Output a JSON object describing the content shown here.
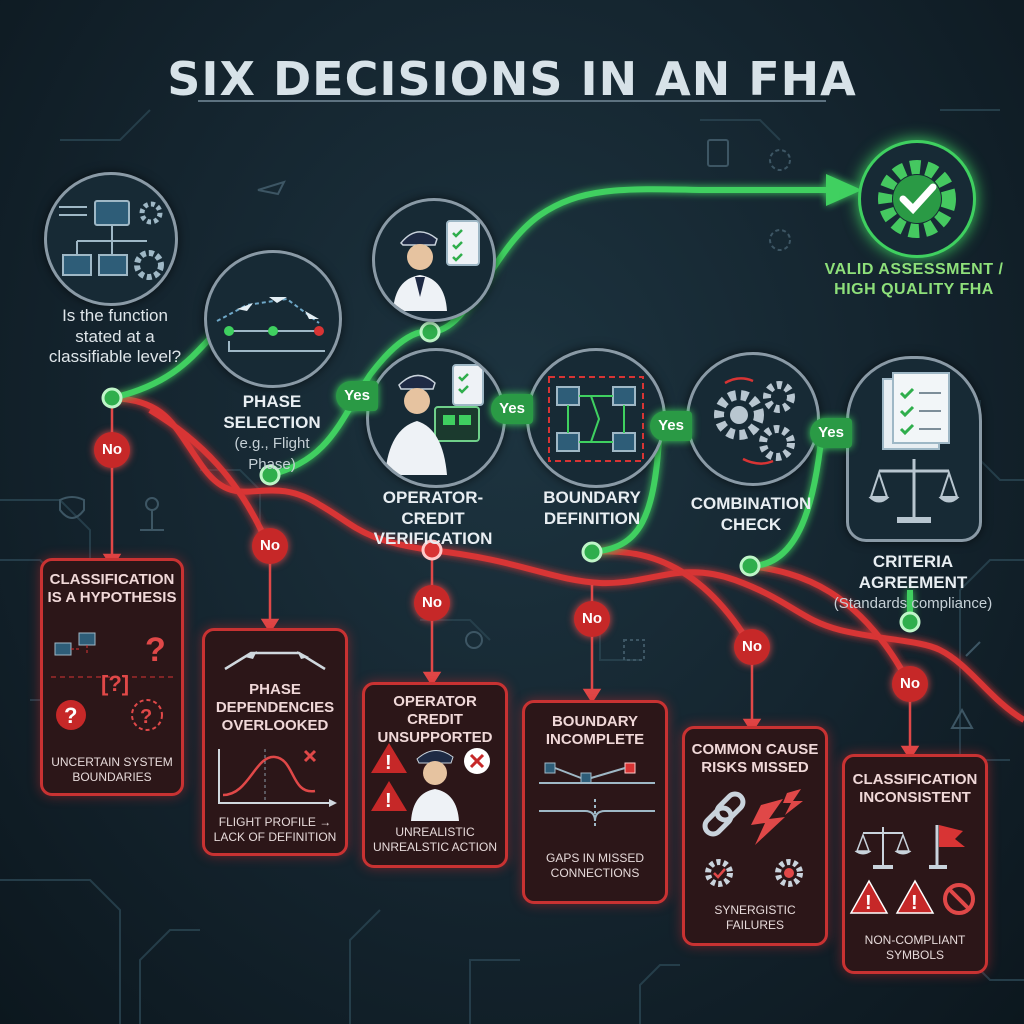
{
  "title": "SIX DECISIONS IN AN FHA",
  "colors": {
    "accept": "#3fd060",
    "reject": "#d83434",
    "panel": "#2c1618",
    "background": "#14242e"
  },
  "question": "Is the function stated at a classifiable level?",
  "steps": [
    {
      "title": "PHASE SELECTION",
      "subtitle": "(e.g., Flight Phase)",
      "icon": "flight-phase-icon"
    },
    {
      "title": "OPERATOR-CREDIT VERIFICATION",
      "icon": "pilot-checklist-icon"
    },
    {
      "title": "BOUNDARY DEFINITION",
      "icon": "boundary-diagram-icon"
    },
    {
      "title": "COMBINATION CHECK",
      "icon": "gears-icon"
    },
    {
      "title": "CRITERIA AGREEMENT",
      "subtitle": "(Standards compliance)",
      "icon": "scales-documents-icon"
    }
  ],
  "yes_label": "Yes",
  "no_label": "No",
  "outcome": {
    "text": "VALID ASSESSMENT / HIGH QUALITY FHA",
    "icon": "gear-check-icon"
  },
  "failures": [
    {
      "title": "CLASSIFICATION IS A HYPOTHESIS",
      "caption": "UNCERTAIN SYSTEM BOUNDARIES"
    },
    {
      "title": "PHASE DEPENDENCIES OVERLOOKED",
      "caption": "FLIGHT PROFILE → LACK OF DEFINITION"
    },
    {
      "title": "OPERATOR CREDIT UNSUPPORTED",
      "caption": "UNREALISTIC UNREALSTIC ACTION"
    },
    {
      "title": "BOUNDARY INCOMPLETE",
      "caption": "GAPS IN MISSED CONNECTIONS"
    },
    {
      "title": "COMMON CAUSE RISKS MISSED",
      "caption": "SYNERGISTIC FAILURES"
    },
    {
      "title": "CLASSIFICATION INCONSISTENT",
      "caption": "NON-COMPLIANT SYMBOLS"
    }
  ]
}
